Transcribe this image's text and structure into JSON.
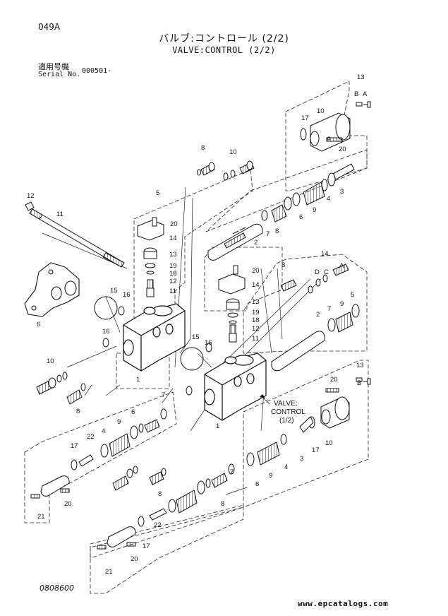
{
  "header": {
    "page_no": "049A",
    "title_jp": "バルブ:コントロール (2/2)",
    "title_en": "VALVE:CONTROL (2/2)",
    "serial_label_jp": "適用号機",
    "serial_label_en": "Serial No.",
    "serial_value": "000501-"
  },
  "cross_reference": {
    "line1": "VALVE;",
    "line2": "CONTROL",
    "line3": "(1/2)"
  },
  "footer": {
    "drawing_no": "0808600",
    "site": "www.epcatalogs.com"
  },
  "callouts": [
    "1",
    "1",
    "2",
    "2",
    "3",
    "3",
    "4",
    "4",
    "4",
    "5",
    "5",
    "6",
    "6",
    "6",
    "6",
    "7",
    "7",
    "7",
    "7",
    "8",
    "8",
    "8",
    "8",
    "8",
    "8",
    "9",
    "9",
    "9",
    "9",
    "10",
    "10",
    "10",
    "10",
    "11",
    "11",
    "11",
    "12",
    "12",
    "12",
    "13",
    "13",
    "13",
    "13",
    "14",
    "14",
    "14",
    "15",
    "15",
    "16",
    "16",
    "16",
    "17",
    "17",
    "17",
    "17",
    "18",
    "18",
    "19",
    "19",
    "20",
    "20",
    "20",
    "20",
    "20",
    "20",
    "21",
    "21",
    "22",
    "22",
    "A",
    "A",
    "B",
    "B",
    "C",
    "D"
  ]
}
